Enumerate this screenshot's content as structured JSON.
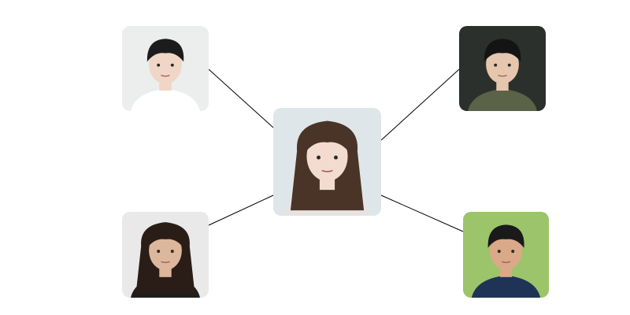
{
  "diagram": {
    "type": "hub-and-spoke photo network",
    "nodes": [
      {
        "id": "center",
        "role": "hub",
        "bg": "#dfe6ea",
        "hair": "#4a3428",
        "skin": "#f3dccf",
        "cloth": "#e8e3e0"
      },
      {
        "id": "tl",
        "role": "spoke",
        "bg": "#eceded",
        "hair": "#1c1c1c",
        "skin": "#f0d6c6",
        "cloth": "#ffffff"
      },
      {
        "id": "tr",
        "role": "spoke",
        "bg": "#2c302c",
        "hair": "#141414",
        "skin": "#e7c6ae",
        "cloth": "#5a6248"
      },
      {
        "id": "bl",
        "role": "spoke",
        "bg": "#e9e9ea",
        "hair": "#2a1d17",
        "skin": "#dcb79c",
        "cloth": "#1e1e1e"
      },
      {
        "id": "br",
        "role": "spoke",
        "bg": "#9cc46a",
        "hair": "#1a1a1a",
        "skin": "#d9a988",
        "cloth": "#1f3357"
      }
    ],
    "edges": [
      [
        "center",
        "tl"
      ],
      [
        "center",
        "tr"
      ],
      [
        "center",
        "bl"
      ],
      [
        "center",
        "br"
      ]
    ],
    "line_color": "#000000"
  }
}
